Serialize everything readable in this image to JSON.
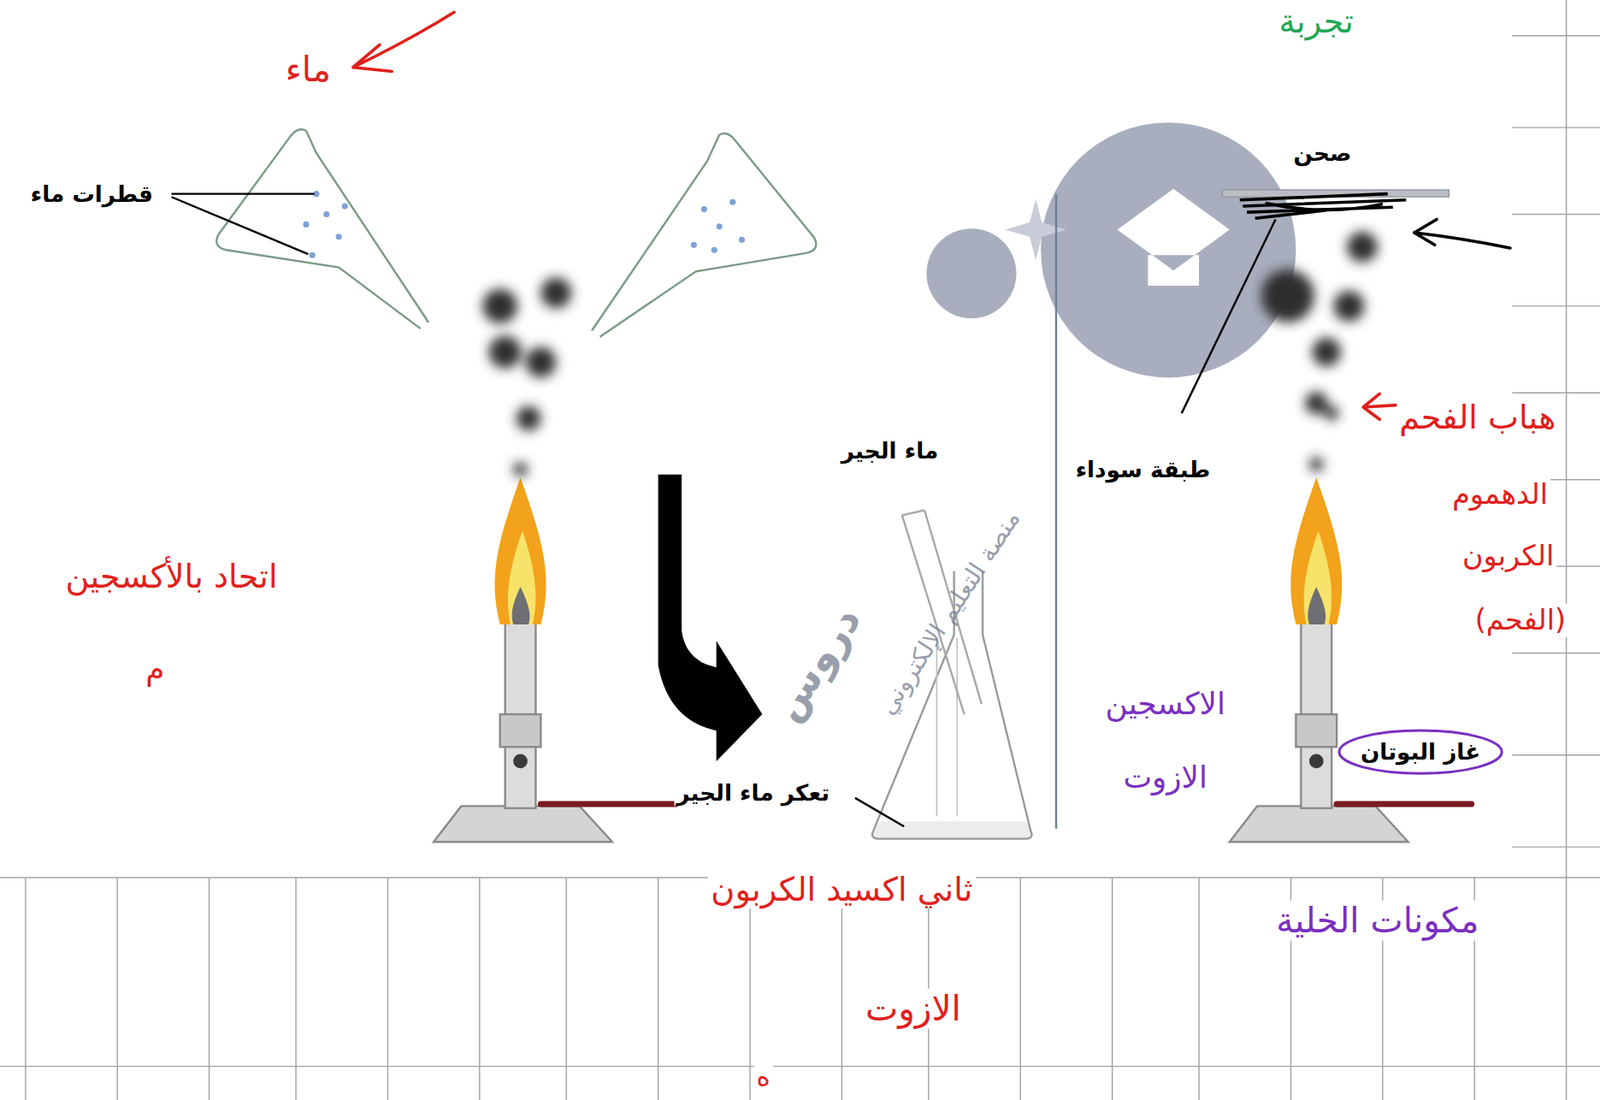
{
  "diagram": {
    "title": "تجربة",
    "nodes": [
      {
        "text": [
          "غاز البوتان"
        ]
      }
    ],
    "labels": [
      "ماء",
      "قطرات ماء",
      "ماء الجير",
      "تعكر ماء الجير",
      "صحن",
      "طبقة سوداء",
      "هباب الفحم",
      "الدهموم",
      "الكربون",
      "(الفحم)",
      "الاكسجين",
      "الازوت",
      "مكونات الخلية",
      "ثاني اكسيد الكربون",
      "الازوت",
      "ه",
      "اتحاد بالأكسجين",
      "م",
      "منصة التعليم الإلكتروني",
      "دروس"
    ]
  }
}
